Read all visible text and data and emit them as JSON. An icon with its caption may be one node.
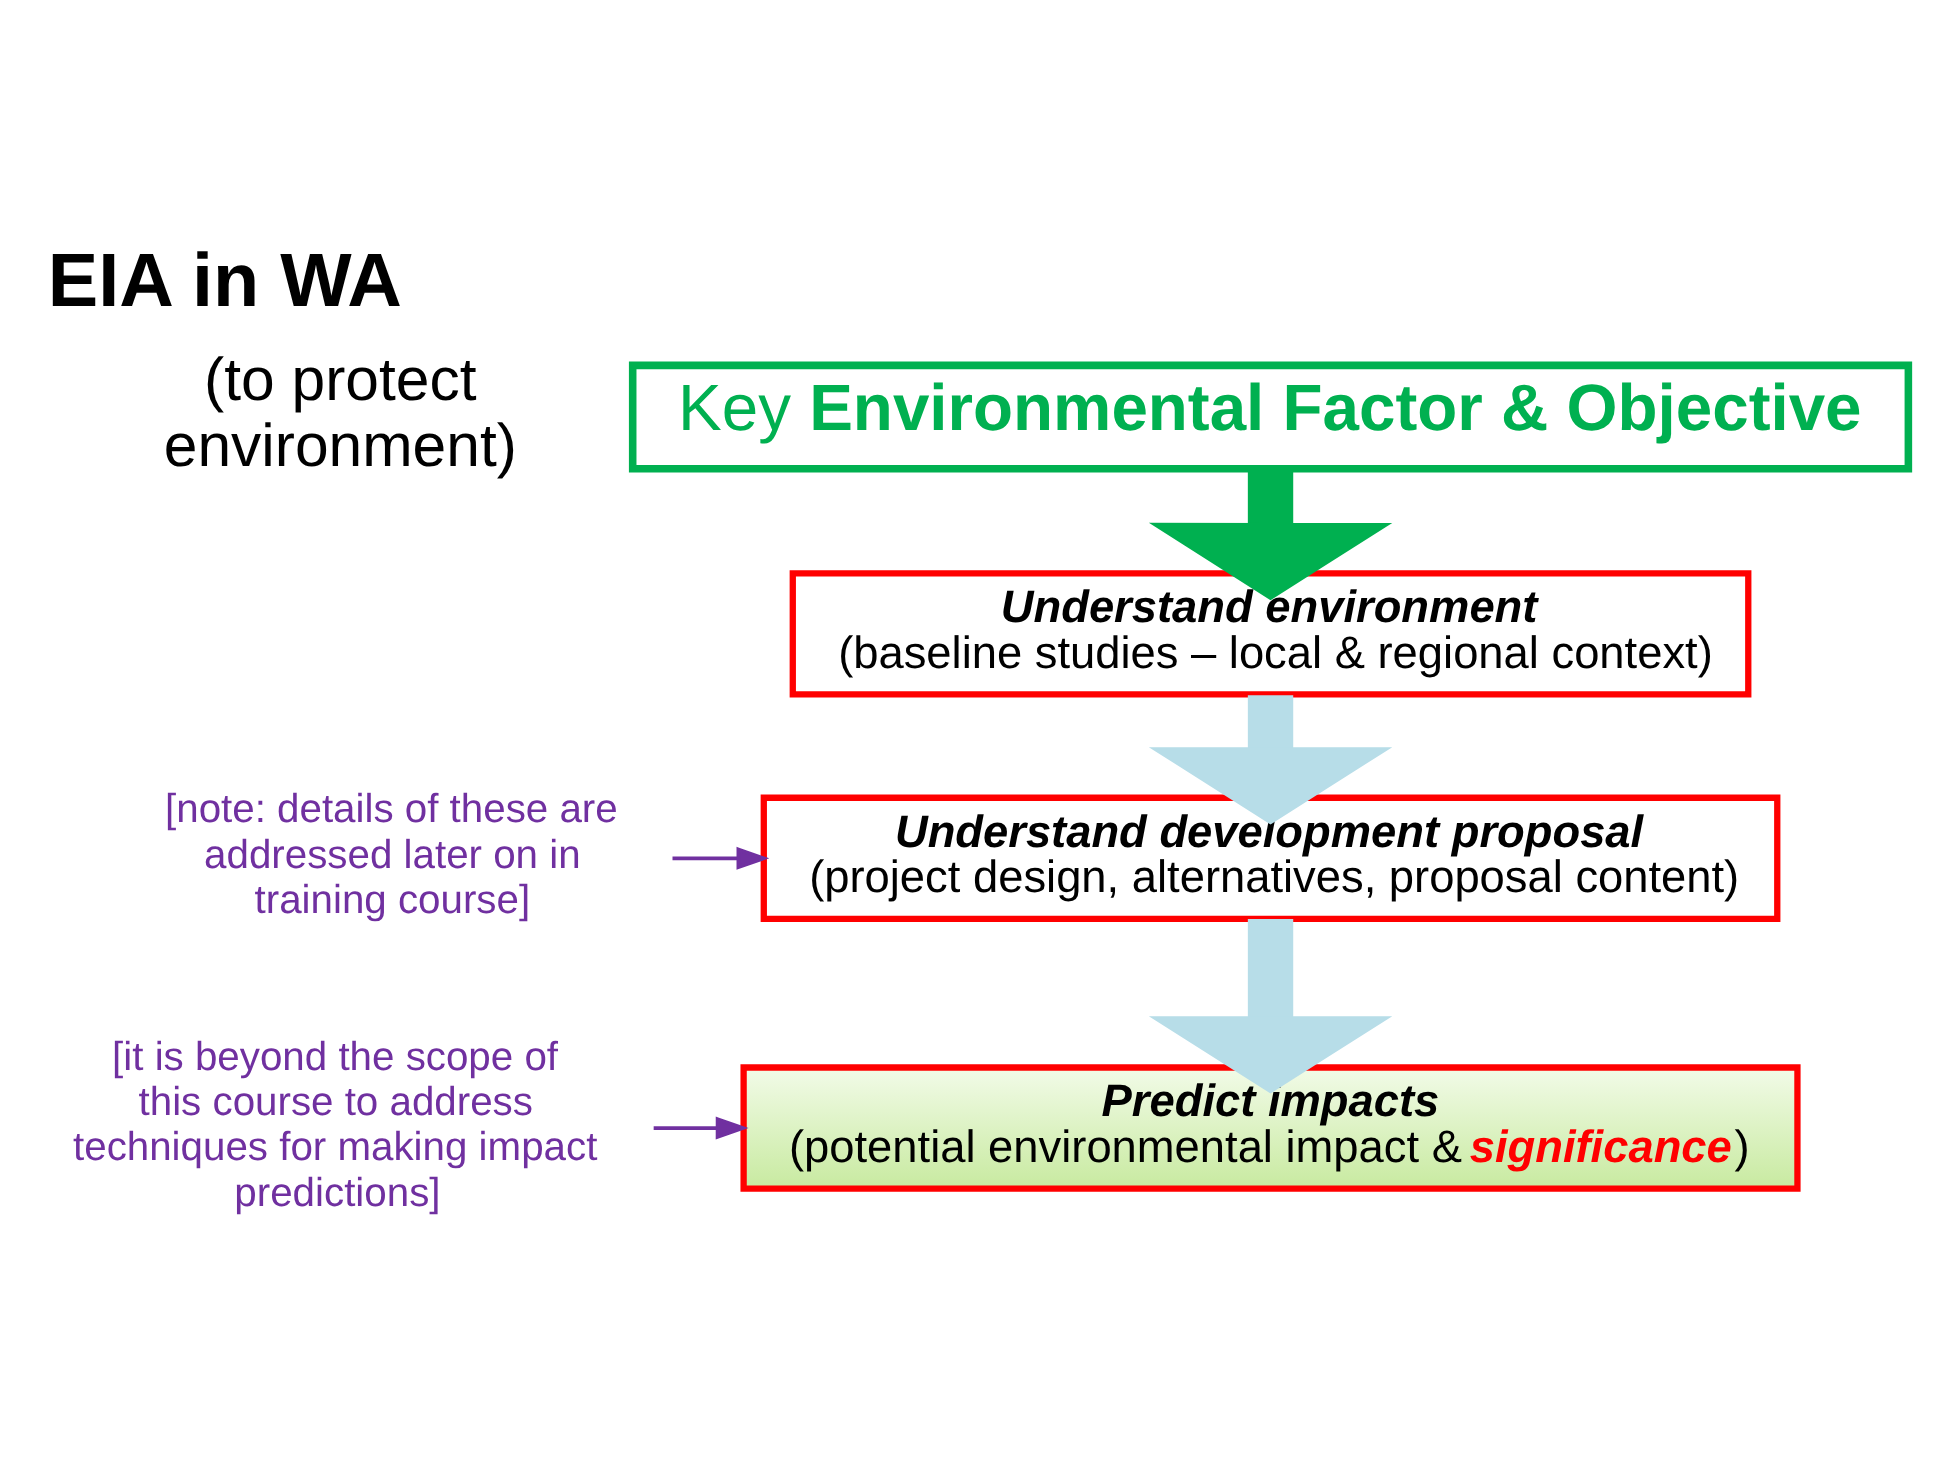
{
  "diagram": {
    "title": "EIA in WA",
    "labels": [
      "(to protect environment)"
    ],
    "nodes": [
      {
        "text": [
          "Key **Environmental Factor & Objective**"
        ]
      },
      {
        "text": [
          "Understand environment",
          "(baseline studies – local & regional context)"
        ]
      },
      {
        "text": [
          "Understand development proposal",
          "(project design, alternatives, proposal content)"
        ]
      },
      {
        "text": [
          "Predict impacts",
          "(potential environmental impact & **significance**)"
        ]
      },
      {
        "text": [
          "[note: details of these are addressed later on in training course]"
        ]
      },
      {
        "text": [
          "[it is beyond the scope of this course to address techniques for making impact predictions]"
        ]
      }
    ],
    "edges": [
      {
        "from": 0,
        "to": 1,
        "arrow": "to",
        "color": "#00b050"
      },
      {
        "from": 1,
        "to": 2,
        "arrow": "to",
        "color": "#b7dde8"
      },
      {
        "from": 2,
        "to": 3,
        "arrow": "to",
        "color": "#b7dde8"
      },
      {
        "from": 4,
        "to": 2,
        "arrow": "to",
        "color": "#7030a0"
      },
      {
        "from": 5,
        "to": 3,
        "arrow": "to",
        "color": "#7030a0"
      }
    ]
  }
}
